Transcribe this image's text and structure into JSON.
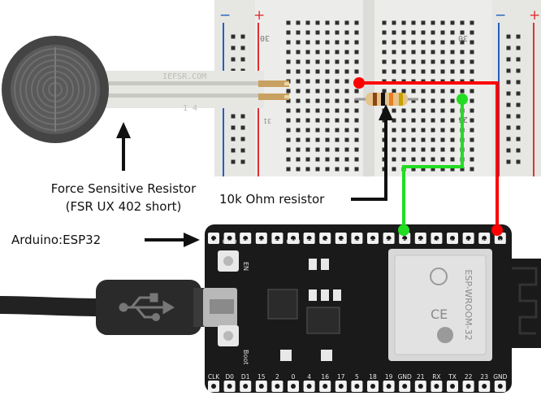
{
  "breadboard": {
    "rail_minus": "−",
    "rail_plus": "+",
    "row_number_top": "30",
    "row_number_right": "25",
    "row_number_left": "31",
    "colors": {
      "board": "#ececea",
      "rail_red": "#e03030",
      "rail_blue": "#2060c0",
      "hole": "#2e2e2e"
    }
  },
  "fsr": {
    "brand_text": "IEFSR.COM",
    "tail_number": "1 4",
    "colors": {
      "body": "#3a3a3a",
      "tail": "#e6e6e2",
      "leads": "#c8a060"
    }
  },
  "resistor": {
    "colors": {
      "body": "#e6c38a",
      "band1": "#8b4513",
      "band2": "#111111",
      "band3": "#e67e22",
      "band4": "#c8a000"
    }
  },
  "wires": {
    "colors": {
      "power": "#ff0000",
      "signal": "#22dd22"
    }
  },
  "esp32": {
    "module_text": "ESP-WROOM-32",
    "top_pins": [
      "3V3",
      "EN",
      "VP",
      "VN",
      "34",
      "35",
      "32",
      "33",
      "25",
      "26",
      "27",
      "14",
      "12",
      "GND",
      "13",
      "D2",
      "D3",
      "CMD",
      "5V"
    ],
    "bottom_pins": [
      "CLK",
      "D0",
      "D1",
      "15",
      "2",
      "0",
      "4",
      "16",
      "17",
      "5",
      "18",
      "19",
      "GND",
      "21",
      "RX",
      "TX",
      "22",
      "23",
      "GND"
    ],
    "button_en": "EN",
    "button_boot": "Boot",
    "colors": {
      "board": "#1a1a1a",
      "shield": "#d8d8d8",
      "pin": "#f2f2f2"
    }
  },
  "labels": {
    "fsr_line1": "Force Sensitive Resistor",
    "fsr_line2": "(FSR UX 402 short)",
    "resistor": "10k Ohm resistor",
    "board": "Arduino:ESP32"
  }
}
